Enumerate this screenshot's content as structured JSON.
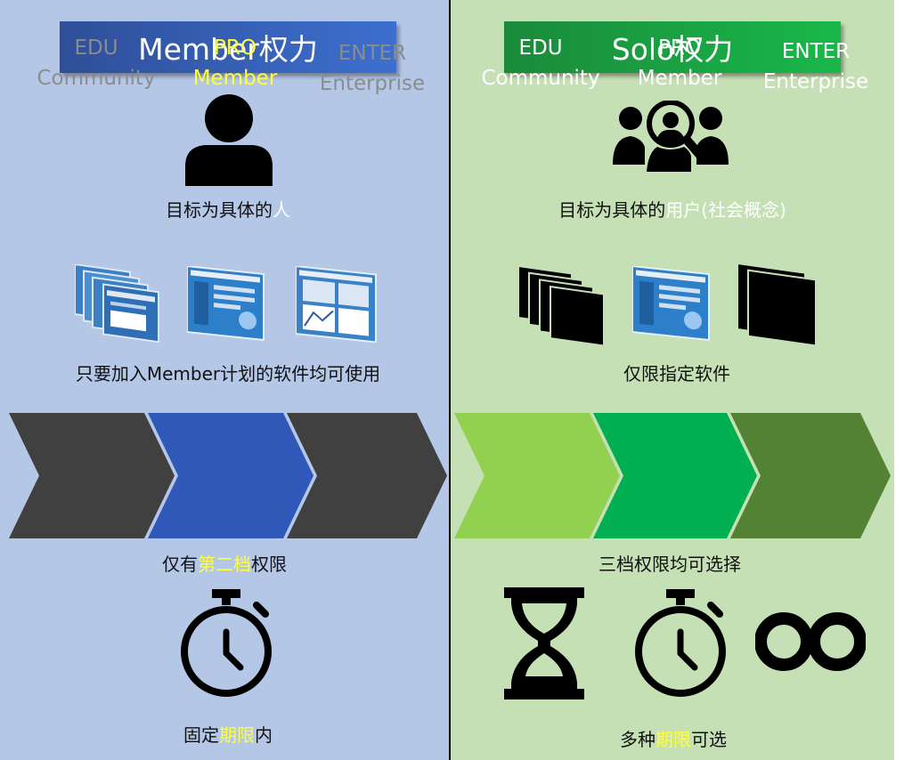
{
  "left": {
    "title": "Member权力",
    "target_caption_prefix": "目标为具体的",
    "target_caption_highlight": "人",
    "software_caption": "只要加入Member计划的软件均可使用",
    "tiers": [
      {
        "line1": "EDU",
        "line2": "Community",
        "state": "inactive"
      },
      {
        "line1": "PRO",
        "line2": "Member",
        "state": "active"
      },
      {
        "line1": "ENTER",
        "line2": "Enterprise",
        "state": "inactive"
      }
    ],
    "tier_caption_prefix": "仅有",
    "tier_caption_highlight": "第二档",
    "tier_caption_suffix": "权限",
    "time_caption_prefix": "固定",
    "time_caption_highlight": "期限",
    "time_caption_suffix": "内"
  },
  "right": {
    "title": "Solo权力",
    "target_caption_prefix": "目标为具体的",
    "target_caption_highlight": "用户(社会概念)",
    "software_caption": "仅限指定软件",
    "tiers": [
      {
        "line1": "EDU",
        "line2": "Community",
        "state": "active"
      },
      {
        "line1": "PRO",
        "line2": "Member",
        "state": "active"
      },
      {
        "line1": "ENTER",
        "line2": "Enterprise",
        "state": "active"
      }
    ],
    "tier_caption": "三档权限均可选择",
    "time_caption_prefix": "多种",
    "time_caption_highlight": "期限",
    "time_caption_suffix": "可选"
  },
  "colors": {
    "left_bg": "#b4c7e7",
    "right_bg": "#c5e0b4",
    "left_title": "#3c6fd0",
    "right_title": "#19b84a",
    "inactive_chevron": "#404040",
    "inactive_text": "#8c8c8c",
    "pro_blue": "#2f58b8",
    "pro_text": "#ffff3a",
    "edu_green": "#92d050",
    "pro_green": "#00b050",
    "enter_green": "#548235"
  },
  "icons": [
    "person-icon",
    "user-group-search-icon",
    "app-screenshots-icon",
    "black-squares-icon",
    "stopwatch-icon",
    "hourglass-icon",
    "infinity-icon"
  ]
}
